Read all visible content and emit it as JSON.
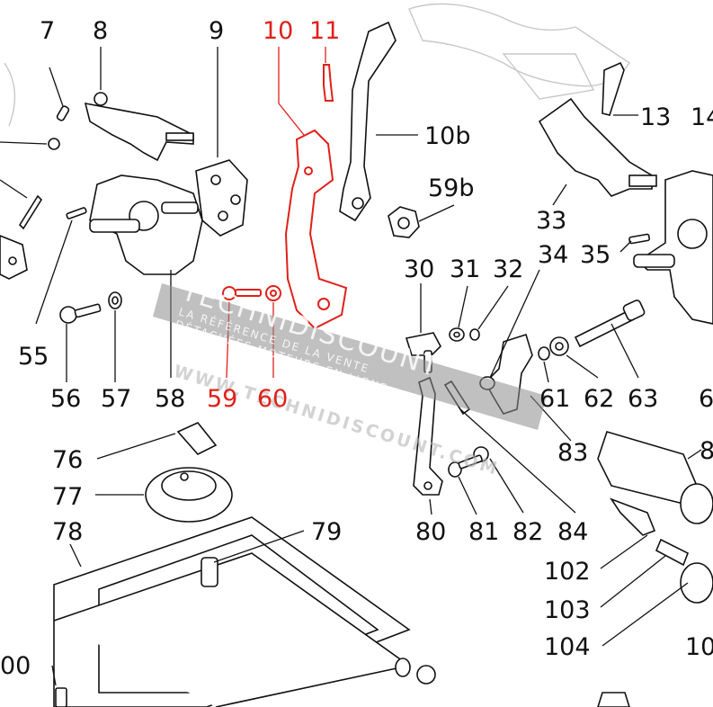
{
  "diagram": {
    "colors": {
      "highlight": "#e0201a",
      "ink": "#111111",
      "watermark": "#8c8c8c"
    },
    "labels": {
      "l7": "7",
      "l8": "8",
      "l9": "9",
      "l10": "10",
      "l11": "11",
      "l10b": "10b",
      "l13": "13",
      "l14": "14",
      "l59b": "59b",
      "l33": "33",
      "l34": "34",
      "l35": "35",
      "l30": "30",
      "l31": "31",
      "l32": "32",
      "l55": "55",
      "l56": "56",
      "l57": "57",
      "l58": "58",
      "l59": "59",
      "l60": "60",
      "l61": "61",
      "l62": "62",
      "l63": "63",
      "l6x": "6",
      "l76": "76",
      "l77": "77",
      "l78": "78",
      "l79": "79",
      "l80": "80",
      "l81": "81",
      "l82": "82",
      "l83": "83",
      "l84": "84",
      "l8x": "8",
      "l102": "102",
      "l103": "103",
      "l104": "104",
      "l10x": "10",
      "l00": "00"
    },
    "highlighted": [
      "l10",
      "l11",
      "l59",
      "l60"
    ],
    "watermark": {
      "brand": "TECHNIDISCOUNT",
      "tagline1": "LA RÉFÉRENCE DE LA VENTE",
      "tagline2": "DÉTACHÉES MOTEURS EN LIGNE",
      "url": "WWW.TECHNIDISCOUNT.COM"
    }
  }
}
